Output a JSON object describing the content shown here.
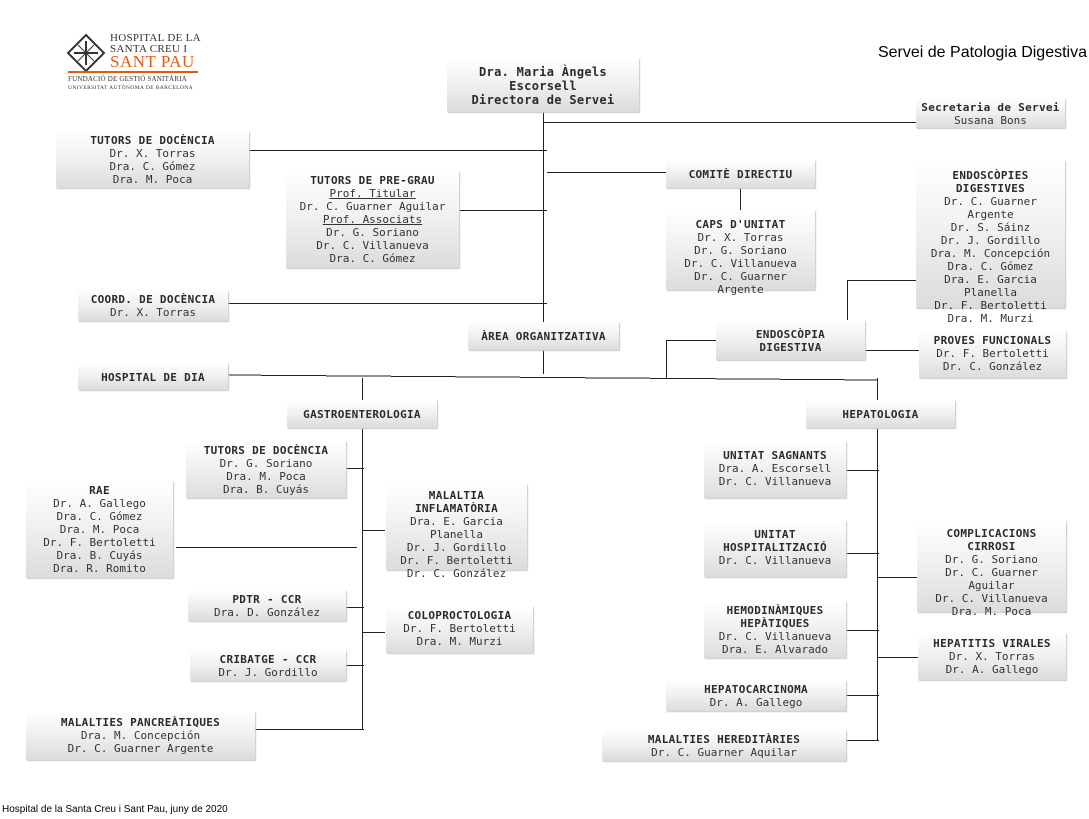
{
  "header": {
    "logo": {
      "name_line1": "HOSPITAL DE LA",
      "name_line2": "SANTA CREU I",
      "name_line3": "SANT PAU",
      "foundation": "FUNDACIÓ DE GESTIÓ SANITÀRIA",
      "university": "UNIVERSITAT AUTÒNOMA DE BARCELONA",
      "accent_color": "#e05a12"
    },
    "service_title": "Servei de Patologia Digestiva"
  },
  "footer": "Hospital de la Santa Creu i Sant Pau, juny de 2020",
  "nodes": {
    "director": {
      "title": "Dra. Maria Àngels Escorsell",
      "subtitle": "Directora de Servei"
    },
    "secretaria": {
      "title": "Secretaria de Servei",
      "members": [
        "Susana Bons"
      ]
    },
    "tutors_docencia": {
      "title": "TUTORS DE DOCÈNCIA",
      "members": [
        "Dr. X. Torras",
        "Dra. C. Gómez",
        "Dra. M. Poca"
      ]
    },
    "tutors_pregrau": {
      "title": "TUTORS DE PRE-GRAU",
      "sub1": "Prof. Titular",
      "members1": [
        "Dr. C. Guarner Aguilar"
      ],
      "sub2": "Prof. Associats",
      "members2": [
        "Dr. G. Soriano",
        "Dr. C. Villanueva",
        "Dra. C. Gómez"
      ]
    },
    "comite": {
      "title": "COMITÈ DIRECTIU"
    },
    "caps_unitat": {
      "title": "CAPS D'UNITAT",
      "members": [
        "Dr. X. Torras",
        "Dr. G. Soriano",
        "Dr. C. Villanueva",
        "Dr. C. Guarner Argente"
      ]
    },
    "endoscopies": {
      "title_l1": "ENDOSCÒPIES",
      "title_l2": "DIGESTIVES",
      "members": [
        "Dr. C. Guarner Argente",
        "Dr. S. Sáinz",
        "Dr. J. Gordillo",
        "Dra. M. Concepción",
        "Dra. C. Gómez",
        "Dra. E. Garcia Planella",
        "Dr. F. Bertoletti",
        "Dra. M. Murzi"
      ]
    },
    "coord_docencia": {
      "title": "COORD. DE DOCÈNCIA",
      "members": [
        "Dr. X. Torras"
      ]
    },
    "area_org": {
      "title": "ÀREA ORGANITZATIVA"
    },
    "endoscopia_dig": {
      "title_l1": "ENDOSCÒPIA",
      "title_l2": "DIGESTIVA"
    },
    "proves": {
      "title": "PROVES FUNCIONALS",
      "members": [
        "Dr. F. Bertoletti",
        "Dr. C. González"
      ]
    },
    "hospital_dia": {
      "title": "HOSPITAL DE DIA"
    },
    "gastro": {
      "title": "GASTROENTEROLOGIA"
    },
    "hepato": {
      "title": "HEPATOLOGIA"
    },
    "gastro_tutors": {
      "title": "TUTORS DE DOCÈNCIA",
      "members": [
        "Dr. G. Soriano",
        "Dra. M. Poca",
        "Dra. B. Cuyás"
      ]
    },
    "rae": {
      "title": "RAE",
      "members": [
        "Dr. A. Gallego",
        "Dra. C. Gómez",
        "Dra. M. Poca",
        "Dr. F. Bertoletti",
        "Dra. B. Cuyás",
        "Dra. R. Romito"
      ]
    },
    "malaltia_infl": {
      "title_l1": "MALALTIA",
      "title_l2": "INFLAMATÒRIA",
      "members": [
        "Dra. E. Garcia Planella",
        "Dr. J. Gordillo",
        "Dr. F. Bertoletti",
        "Dr. C. González"
      ]
    },
    "pdtr": {
      "title": "PDTR - CCR",
      "members": [
        "Dra. D. González"
      ]
    },
    "coloprocto": {
      "title": "COLOPROCTOLOGIA",
      "members": [
        "Dr. F. Bertoletti",
        "Dra. M. Murzi"
      ]
    },
    "cribatge": {
      "title": "CRIBATGE - CCR",
      "members": [
        "Dr. J. Gordillo"
      ]
    },
    "pancreatiques": {
      "title": "MALALTIES PANCREÀTIQUES",
      "members": [
        "Dra. M. Concepción",
        "Dr. C. Guarner Argente"
      ]
    },
    "sagnants": {
      "title": "UNITAT SAGNANTS",
      "members": [
        "Dra. A. Escorsell",
        "Dr. C. Villanueva"
      ]
    },
    "hospitalitzacio": {
      "title_l1": "UNITAT",
      "title_l2": "HOSPITALITZACIÓ",
      "members": [
        "Dr. C. Villanueva"
      ]
    },
    "complicacions": {
      "title_l1": "COMPLICACIONS",
      "title_l2": "CIRROSI",
      "members": [
        "Dr. G. Soriano",
        "Dr. C. Guarner Aguilar",
        "Dr. C. Villanueva",
        "Dra. M. Poca"
      ]
    },
    "hemodinamiques": {
      "title_l1": "HEMODINÀMIQUES",
      "title_l2": "HEPÀTIQUES",
      "members": [
        "Dr. C. Villanueva",
        "Dra. E. Alvarado"
      ]
    },
    "hepatitis": {
      "title": "HEPATITIS VIRALES",
      "members": [
        "Dr. X. Torras",
        "Dr. A. Gallego"
      ]
    },
    "hepatocarcinoma": {
      "title": "HEPATOCARCINOMA",
      "members": [
        "Dr. A. Gallego"
      ]
    },
    "hereditaries": {
      "title": "MALALTIES HEREDITÀRIES",
      "members": [
        "Dr. C. Guarner Aquilar"
      ]
    }
  }
}
